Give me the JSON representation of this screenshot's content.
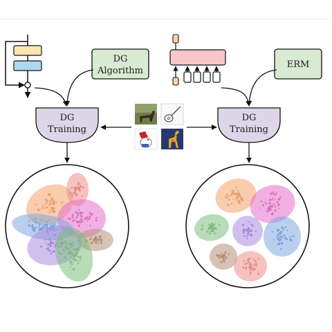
{
  "left_panel": {
    "algorithm_box": {
      "line1": "DG",
      "line2": "Algorithm",
      "fill": "#d9ead3"
    },
    "training_box": {
      "line1": "DG",
      "line2": "Training",
      "fill": "#ddd6e8"
    }
  },
  "right_panel": {
    "algorithm_box": {
      "label": "ERM",
      "fill": "#d9ead3"
    },
    "training_box": {
      "line1": "DG",
      "line2": "Training",
      "fill": "#ddd6e8"
    }
  },
  "domain_images": [
    {
      "icon": "horse-photo-icon"
    },
    {
      "icon": "guitar-sketch-icon"
    },
    {
      "icon": "cartoon-dog-icon"
    },
    {
      "icon": "giraffe-painting-icon"
    }
  ],
  "cluster_colors": [
    "#f4a36a",
    "#e97fa6",
    "#7fa8e0",
    "#a98de0",
    "#7cc07c",
    "#b7927a",
    "#ee8f86",
    "#e66fc9"
  ]
}
